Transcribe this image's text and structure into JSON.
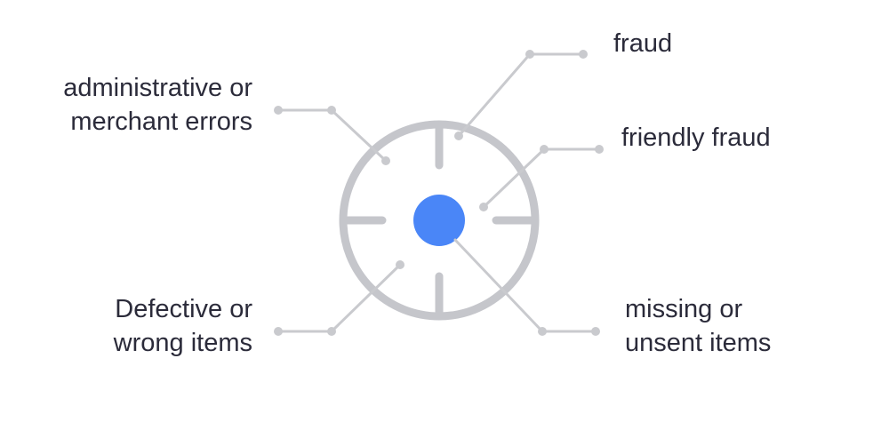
{
  "labels": {
    "fraud": "fraud",
    "friendly_fraud": "friendly fraud",
    "admin_line1": "administrative or",
    "admin_line2": "merchant errors",
    "defective_line1": "Defective or",
    "defective_line2": "wrong items",
    "missing_line1": "missing or",
    "missing_line2": "unsent items"
  },
  "colors": {
    "ring": "#c5c6cb",
    "connector": "#c9cace",
    "center_dot": "#4a86f7",
    "text": "#2b2b3a"
  },
  "icons": {
    "center": "crosshair-target-icon"
  }
}
